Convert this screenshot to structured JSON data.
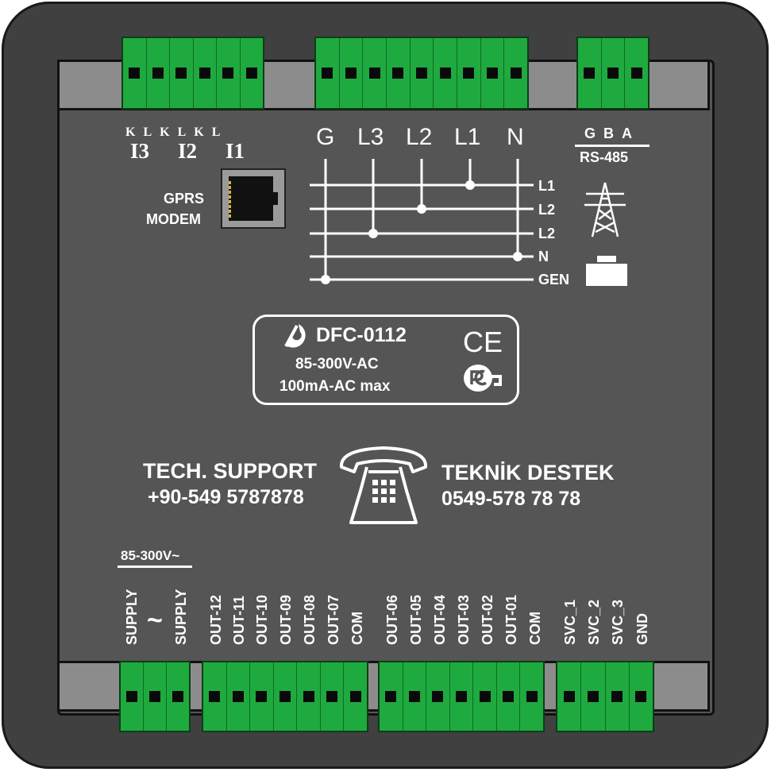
{
  "current_inputs": {
    "kl_top": [
      "K",
      "L",
      "K",
      "L",
      "K",
      "L"
    ],
    "labels": [
      "I3",
      "I2",
      "I1"
    ]
  },
  "modem": {
    "line1": "GPRS",
    "line2": "MODEM"
  },
  "voltage_inputs": {
    "top_labels": [
      "G",
      "L3",
      "L2",
      "L1",
      "N"
    ],
    "line_labels": [
      "L1",
      "L2",
      "L2",
      "N",
      "GEN"
    ]
  },
  "rs485": {
    "pins": [
      "G",
      "B",
      "A"
    ],
    "label": "RS-485"
  },
  "product": {
    "model": "DFC-0112",
    "voltage": "85-300V-AC",
    "current": "100mA-AC max",
    "ce_mark": "CE"
  },
  "support": {
    "en_title": "TECH. SUPPORT",
    "en_phone": "+90-549 5787878",
    "tr_title": "TEKNİK DESTEK",
    "tr_phone": "0549-578 78 78",
    "icon": "telephone-icon"
  },
  "supply": {
    "range": "85-300V~",
    "left": "SUPPLY",
    "tilde": "~",
    "right": "SUPPLY"
  },
  "outputs_a": [
    "OUT-12",
    "OUT-11",
    "OUT-10",
    "OUT-09",
    "OUT-08",
    "OUT-07",
    "COM"
  ],
  "outputs_b": [
    "OUT-06",
    "OUT-05",
    "OUT-04",
    "OUT-03",
    "OUT-02",
    "OUT-01",
    "COM"
  ],
  "service": [
    "SVC_1",
    "SVC_2",
    "SVC_3",
    "GND"
  ],
  "colors": {
    "case": "#404040",
    "panel": "#555555",
    "terminal_green": "#1faa3f",
    "text": "#ffffff"
  }
}
